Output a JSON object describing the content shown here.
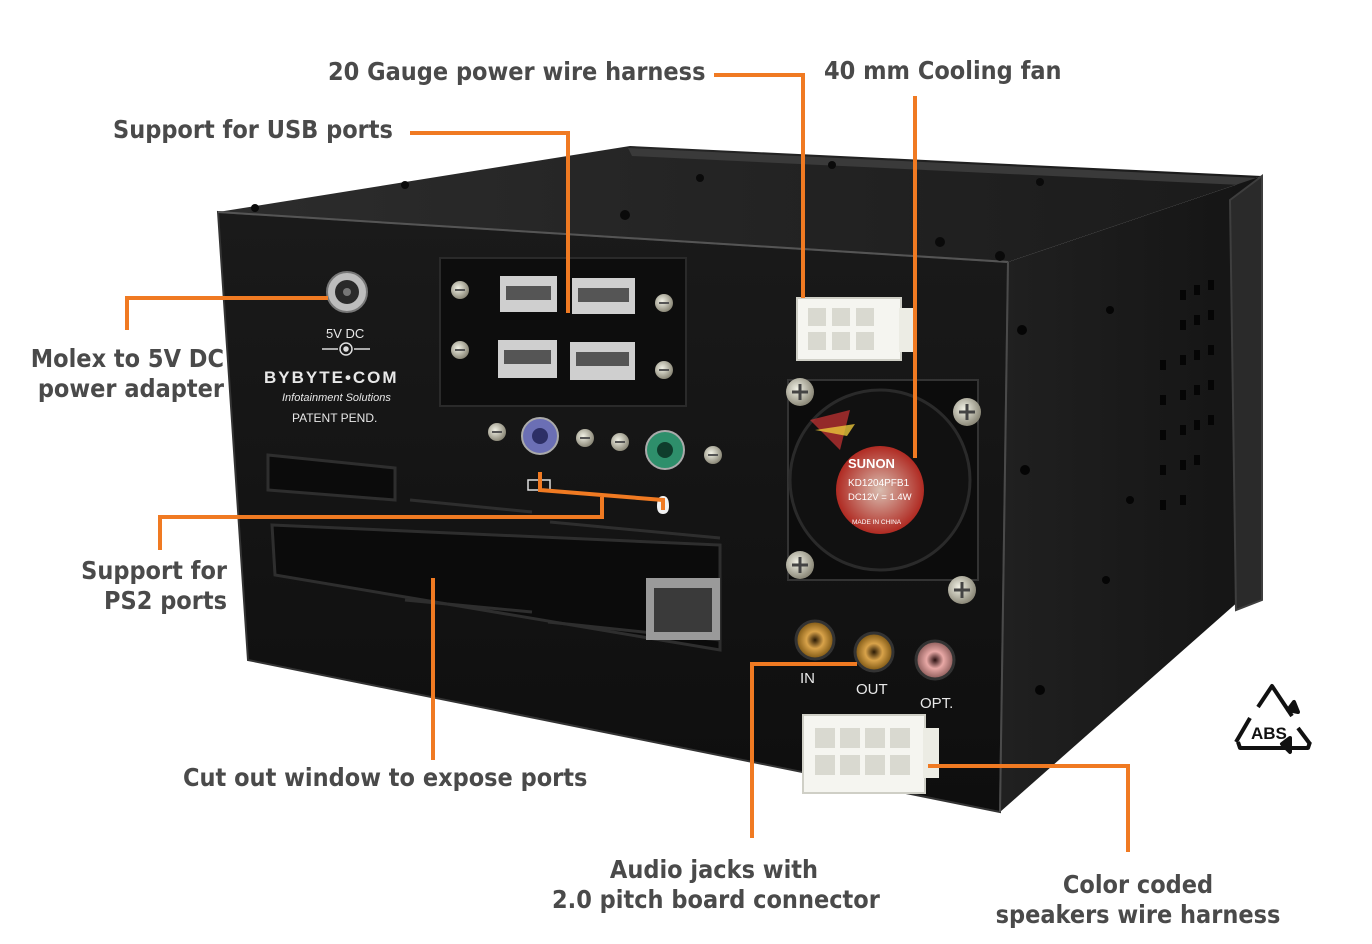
{
  "callouts": {
    "power_wire_harness": "20 Gauge power wire harness",
    "cooling_fan": "40 mm Cooling fan",
    "usb_ports": "Support for USB ports",
    "molex_adapter": [
      "Molex to 5V DC",
      "power adapter"
    ],
    "ps2_ports": [
      "Support for",
      "PS2 ports"
    ],
    "cutout_window": "Cut out window to expose ports",
    "audio_jacks": [
      "Audio jacks with",
      "2.0 pitch board connector"
    ],
    "speaker_harness": [
      "Color coded",
      "speakers wire harness"
    ]
  },
  "panel_labels": {
    "dc_label": "5V DC",
    "brand": "BYBYTE•COM",
    "tagline": "Infotainment Solutions",
    "patent": "PATENT PEND.",
    "audio_in": "IN",
    "audio_out": "OUT",
    "audio_opt": "OPT."
  },
  "fan_labels": {
    "brand": "SUNON",
    "model": "KD1204PFB1",
    "rating": "DC12V = 1.4W",
    "origin": "MADE IN CHINA"
  },
  "recycle_badge": "ABS",
  "colors": {
    "leader": "#f07a22",
    "label_text": "#4a4a4a",
    "chassis_front": "#141414",
    "chassis_side": "#1c1c1c",
    "chassis_top": "#262626"
  }
}
